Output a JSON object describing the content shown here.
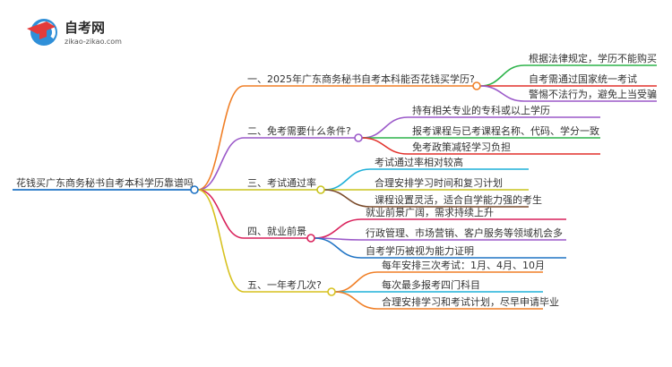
{
  "brand": {
    "name": "自考网",
    "url": "zikao-zikao.com"
  },
  "root": {
    "label": "花钱买广东商务秘书自考本科学历靠谱吗",
    "color": "#1f73c4"
  },
  "branches": [
    {
      "label": "一、2025年广东商务秘书自考本科能否花钱买学历?",
      "color": "#f07f26",
      "children": [
        {
          "label": "根据法律规定，学历不能购买",
          "color": "#2db34a"
        },
        {
          "label": "自考需通过国家统一考试",
          "color": "#e2312b"
        },
        {
          "label": "警惕不法行为，避免上当受骗",
          "color": "#9b59c9"
        }
      ]
    },
    {
      "label": "二、免考需要什么条件?",
      "color": "#9b59c9",
      "children": [
        {
          "label": "持有相关专业的专科或以上学历",
          "color": "#9b59c9"
        },
        {
          "label": "报考课程与已考课程名称、代码、学分一致",
          "color": "#2db34a"
        },
        {
          "label": "免考政策减轻学习负担",
          "color": "#e2312b"
        }
      ]
    },
    {
      "label": "三、考试通过率",
      "color": "#c8c31b",
      "children": [
        {
          "label": "考试通过率相对较高",
          "color": "#1fb0d8"
        },
        {
          "label": "合理安排学习时间和复习计划",
          "color": "#c8c31b"
        },
        {
          "label": "课程设置灵活，适合自学能力强的考生",
          "color": "#7a4a2a"
        }
      ]
    },
    {
      "label": "四、就业前景",
      "color": "#d9215b",
      "children": [
        {
          "label": "就业前景广阔，需求持续上升",
          "color": "#d9215b"
        },
        {
          "label": "行政管理、市场营销、客户服务等领域机会多",
          "color": "#9b59c9"
        },
        {
          "label": "自考学历被视为能力证明",
          "color": "#1f73c4"
        }
      ]
    },
    {
      "label": "五、一年考几次?",
      "color": "#d7c11f",
      "children": [
        {
          "label": "每年安排三次考试：1月、4月、10月",
          "color": "#f07f26"
        },
        {
          "label": "每次最多报考四门科目",
          "color": "#1fb0d8"
        },
        {
          "label": "合理安排学习和考试计划，尽早申请毕业",
          "color": "#f07f26"
        }
      ]
    }
  ]
}
